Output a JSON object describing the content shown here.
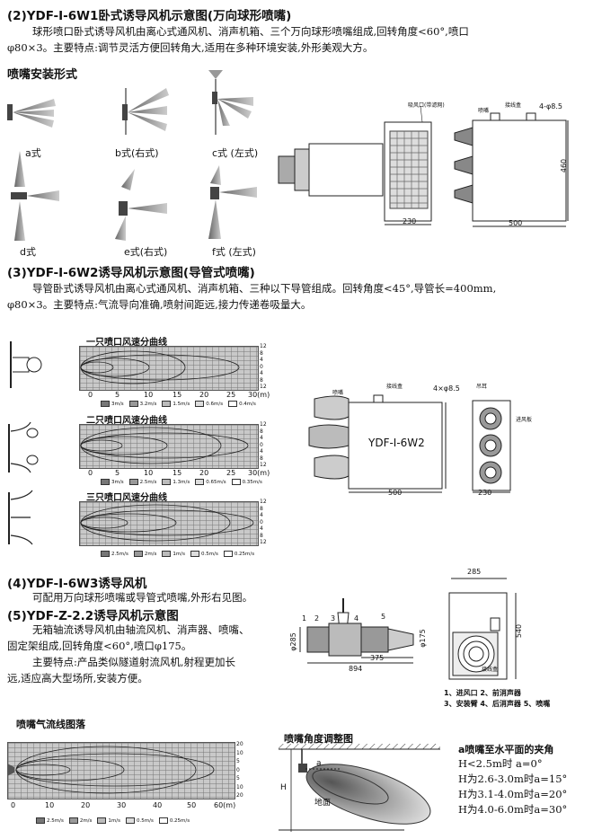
{
  "sec2": {
    "title": "(2)YDF-I-6W1卧式诱导风机示意图(万向球形喷嘴)",
    "line1": "球形喷口卧式诱导风机由离心式通风机、消声机箱、三个万向球形喷嘴组成,回转角度<60°,喷口",
    "line2": "φ80×3。主要特点:调节灵活方便回转角大,适用在多种环境安装,外形美观大方。",
    "install_title": "喷嘴安装形式",
    "styles": [
      "a式",
      "b式(右式)",
      "c式 (左式)",
      "d式",
      "e式(右式)",
      "f式 (左式)"
    ],
    "drawing": {
      "labels": [
        "吸风口(带滤网)",
        "喷嘴",
        "接线盒",
        "4-φ8.5"
      ],
      "dims": [
        "460",
        "230",
        "500"
      ]
    }
  },
  "sec3": {
    "title": "(3)YDF-I-6W2诱导风机示意图(导管式喷嘴)",
    "line1": "导管卧式诱导风机由离心式通风机、消声机箱、三种以下导管组成。回转角度<45°,导管长=400mm,",
    "line2": "φ80×3。主要特点:气流导向准确,喷射间距远,接力传递卷吸量大。",
    "charts": [
      {
        "title": "一只喷口风速分曲线",
        "legend": [
          "3m/s",
          "3.2m/s",
          "1.5m/s",
          "0.6m/s",
          "0.4m/s"
        ]
      },
      {
        "title": "二只喷口风速分曲线",
        "legend": [
          "3m/s",
          "2.5m/s",
          "1.3m/s",
          "0.65m/s",
          "0.35m/s"
        ]
      },
      {
        "title": "三只喷口风速分曲线",
        "legend": [
          "2.5m/s",
          "2m/s",
          "1m/s",
          "0.5m/s",
          "0.25m/s"
        ]
      }
    ],
    "x_ticks": [
      "0",
      "5",
      "10",
      "15",
      "20",
      "25",
      "30(m)"
    ],
    "y_ticks": [
      "12",
      "8",
      "4",
      "0",
      "4",
      "8",
      "12"
    ],
    "drawing": {
      "labels": [
        "喷嘴",
        "接线盒",
        "4×φ8.5",
        "吊耳",
        "进风板"
      ],
      "model": "YDF-I-6W2",
      "dims": [
        "500",
        "230"
      ]
    }
  },
  "sec4": {
    "title": "(4)YDF-I-6W3诱导风机",
    "line1": "可配用万向球形喷嘴或导管式喷嘴,外形右见图。"
  },
  "sec5": {
    "title": "(5)YDF-Z-2.2诱导风机示意图",
    "line1": "无箱轴流诱导风机由轴流风机、消声器、喷嘴、",
    "line2": "固定架组成,回转角度<60°,喷口φ175。",
    "line3": "主要特点:产品类似隧道射流风机,射程更加长",
    "line4": "远,适应高大型场所,安装方便。",
    "drawing": {
      "parts": [
        "1",
        "2",
        "3",
        "4",
        "5"
      ],
      "dims": [
        "φ285",
        "φ175",
        "375",
        "894",
        "285",
        "540"
      ],
      "box_label": "接线盒",
      "legend1": "1、进风口 2、前消声器",
      "legend2": "3、安装臂 4、后消声器 5、喷嘴"
    }
  },
  "bottom": {
    "flow_title": "喷嘴气流线图落",
    "x_ticks": [
      "0",
      "10",
      "20",
      "30",
      "40",
      "50",
      "60(m)"
    ],
    "y_ticks": [
      "20",
      "10",
      "5",
      "0",
      "5",
      "10",
      "20"
    ],
    "legend": [
      "2.5m/s",
      "2m/s",
      "1m/s",
      "0.5m/s",
      "0.25m/s"
    ],
    "angle_title": "喷嘴角度调整图",
    "angle_labels": [
      "a",
      "H",
      "地面"
    ],
    "angle_heading": "a喷嘴至水平面的夹角",
    "angle_rows": [
      "H<2.5m时 a=0°",
      "H为2.6-3.0m时a=15°",
      "H为3.1-4.0m时a=20°",
      "H为4.0-6.0m时a=30°"
    ]
  }
}
